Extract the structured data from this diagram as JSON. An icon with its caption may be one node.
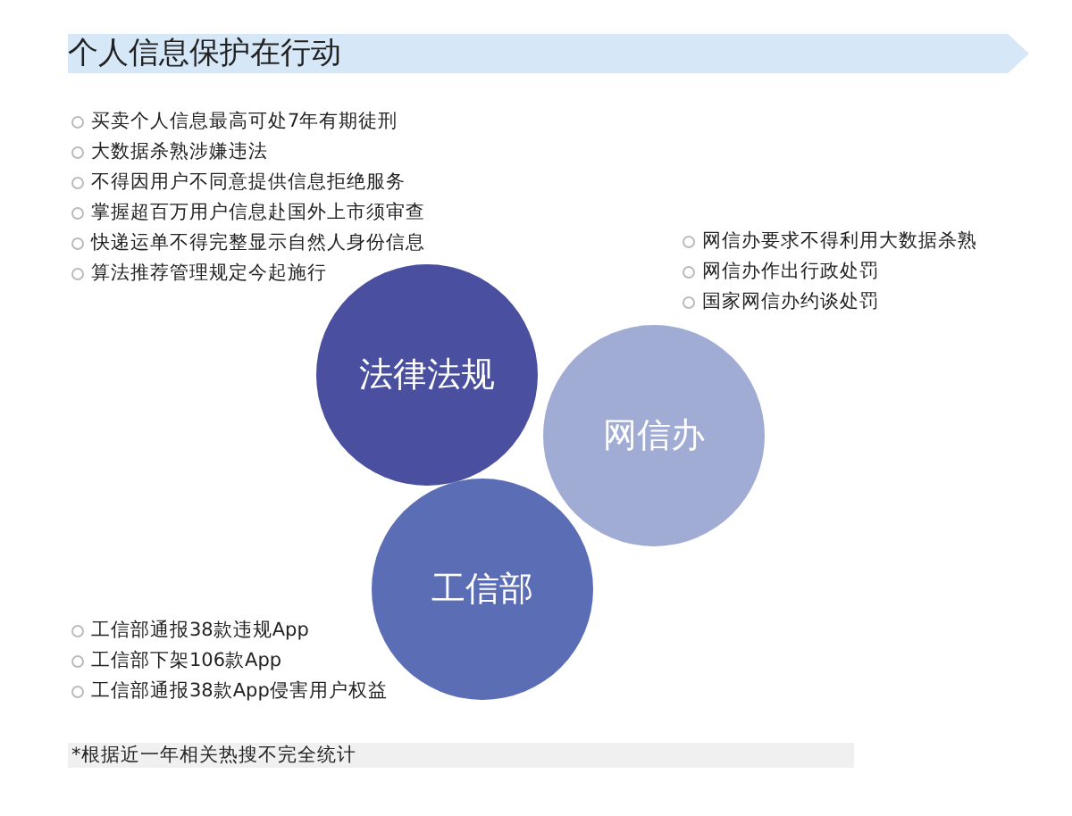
{
  "diagram": {
    "title": "个人信息保护在行动",
    "nodes": [
      {
        "text": [
          "法律法规"
        ],
        "beside": [
          "买卖个人信息最高可处7年有期徒刑",
          "大数据杀熟涉嫌违法",
          "不得因用户不同意提供信息拒绝服务",
          "掌握超百万用户信息赴国外上市须审查",
          "快递运单不得完整显示自然人身份信息",
          "算法推荐管理规定今起施行"
        ]
      },
      {
        "text": [
          "网信办"
        ],
        "beside": [
          "网信办要求不得利用大数据杀熟",
          "网信办作出行政处罚",
          "国家网信办约谈处罚"
        ]
      },
      {
        "text": [
          "工信部"
        ],
        "beside": [
          "工信部通报38款违规App",
          "工信部下架106款App",
          "工信部通报38款App侵害用户权益"
        ]
      }
    ],
    "labels": [
      "*根据近一年相关热搜不完全统计"
    ]
  }
}
